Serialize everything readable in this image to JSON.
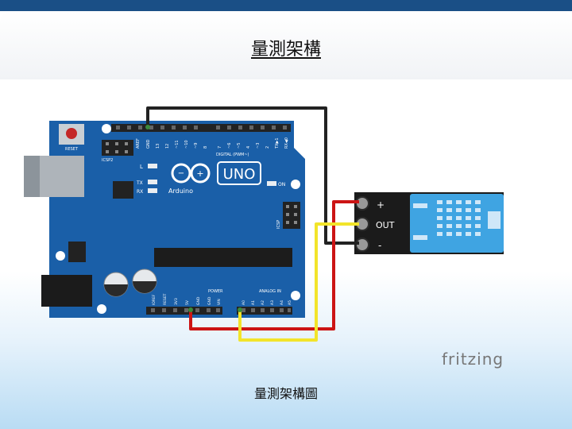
{
  "slide": {
    "title": "量測架構",
    "caption": "量測架構圖"
  },
  "board": {
    "reset_label": "RESET",
    "icsp2_label": "ICSP2",
    "l_label": "L",
    "tx_label": "TX",
    "rx_label": "RX",
    "on_label": "ON",
    "brand_label": "Arduino",
    "model_label": "UNO",
    "icsp_label": "ICSP",
    "digital_label": "DIGITAL (PWM~)",
    "power_label": "POWER",
    "analog_label": "ANALOG IN",
    "pin_labels_top": [
      "AREF",
      "GND",
      "13",
      "12",
      "~11",
      "~10",
      "~9",
      "8",
      "7",
      "~6",
      "~5",
      "4",
      "~3",
      "2",
      "TX▶1",
      "RX◀0"
    ],
    "pin_labels_power": [
      "IOREF",
      "RESET",
      "3V3",
      "5V",
      "GND",
      "GND",
      "VIN"
    ],
    "pin_labels_analog": [
      "A0",
      "A1",
      "A2",
      "A3",
      "A4",
      "A5"
    ]
  },
  "sensor": {
    "plus_label": "+",
    "out_label": "OUT",
    "minus_label": "-"
  },
  "watermark": "fritzing",
  "colors": {
    "board": "#1a5fa8",
    "wire_black": "#222222",
    "wire_red": "#cc1414",
    "wire_yellow": "#f2e42a",
    "sensor_body": "#3fa4e2"
  }
}
